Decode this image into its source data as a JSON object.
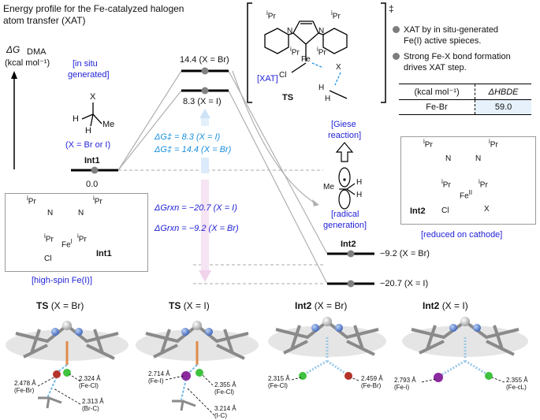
{
  "title_line1": "Energy profile for the Fe-catalyzed halogen",
  "title_line2": "atom transfer (XAT)",
  "axis": {
    "label": "ΔG",
    "solvent": "DMA",
    "units": "(kcal mol⁻¹)"
  },
  "int1": {
    "in_situ_line1": "[in situ",
    "in_situ_line2": "generated]",
    "substrate_note": "(X = Br or I)",
    "name": "Int1",
    "energy": "0.0",
    "box_name": "Int1",
    "spin_note": "[high-spin Fe(I)]"
  },
  "ts": {
    "level_br": "14.4 (X = Br)",
    "level_i": "8.3 (X = I)",
    "xat_tag": "[XAT]",
    "name": "TS",
    "dagger": "‡"
  },
  "barriers": {
    "i": "ΔG‡ = 8.3 (X = I)",
    "br": "ΔG‡ = 14.4 (X = Br)",
    "rxn_i": "ΔGrxn = −20.7 (X = I)",
    "rxn_br": "ΔGrxn = −9.2 (X = Br)"
  },
  "bullets": [
    "XAT by in situ-generated",
    "Fe(I) active spieces.",
    "Strong Fe-X bond formation",
    "drives XAT step."
  ],
  "hbde_table": {
    "header_units": "(kcal mol⁻¹)",
    "header_value": "ΔHBDE",
    "row_label": "Fe-Br",
    "row_value": "59.0"
  },
  "radical": {
    "giese_line1": "[Giese",
    "giese_line2": "reaction]",
    "gen_line1": "[radical",
    "gen_line2": "generation]"
  },
  "int2": {
    "name": "Int2",
    "level_br": "−9.2 (X = Br)",
    "level_i": "−20.7 (X = I)",
    "box_name": "Int2",
    "cathode_note": "[reduced on cathode]"
  },
  "structures": [
    {
      "title": "TS",
      "subtitle": "(X = Br)",
      "d1": "2.478 Å",
      "d1n": "(Fe-Br)",
      "d2": "2.324 Å",
      "d2n": "(Fe-Cl)",
      "d3": "2.313 Å",
      "d3n": "(Br-C)"
    },
    {
      "title": "TS",
      "subtitle": "(X = I)",
      "d1": "2.714 Å",
      "d1n": "(Fe-I)",
      "d2": "2.355 Å",
      "d2n": "(Fe-Cl)",
      "d3": "3.214 Å",
      "d3n": "(I-C)"
    },
    {
      "title": "Int2",
      "subtitle": "(X = Br)",
      "d1": "2.315 Å",
      "d1n": "(Fe-Cl)",
      "d2": "2.459 Å",
      "d2n": "(Fe-Br)"
    },
    {
      "title": "Int2",
      "subtitle": "(X = I)",
      "d1": "2.793 Å",
      "d1n": "(Fe-i)",
      "d2": "2.355 Å",
      "d2n": "(Fe-cL)"
    }
  ],
  "colors": {
    "label_blue": "#1f1fd6",
    "barrier_cyan": "#1a8fe0",
    "bromine": "#b5332a",
    "iodine": "#8a2a9e",
    "chlorine": "#3fc23f"
  }
}
